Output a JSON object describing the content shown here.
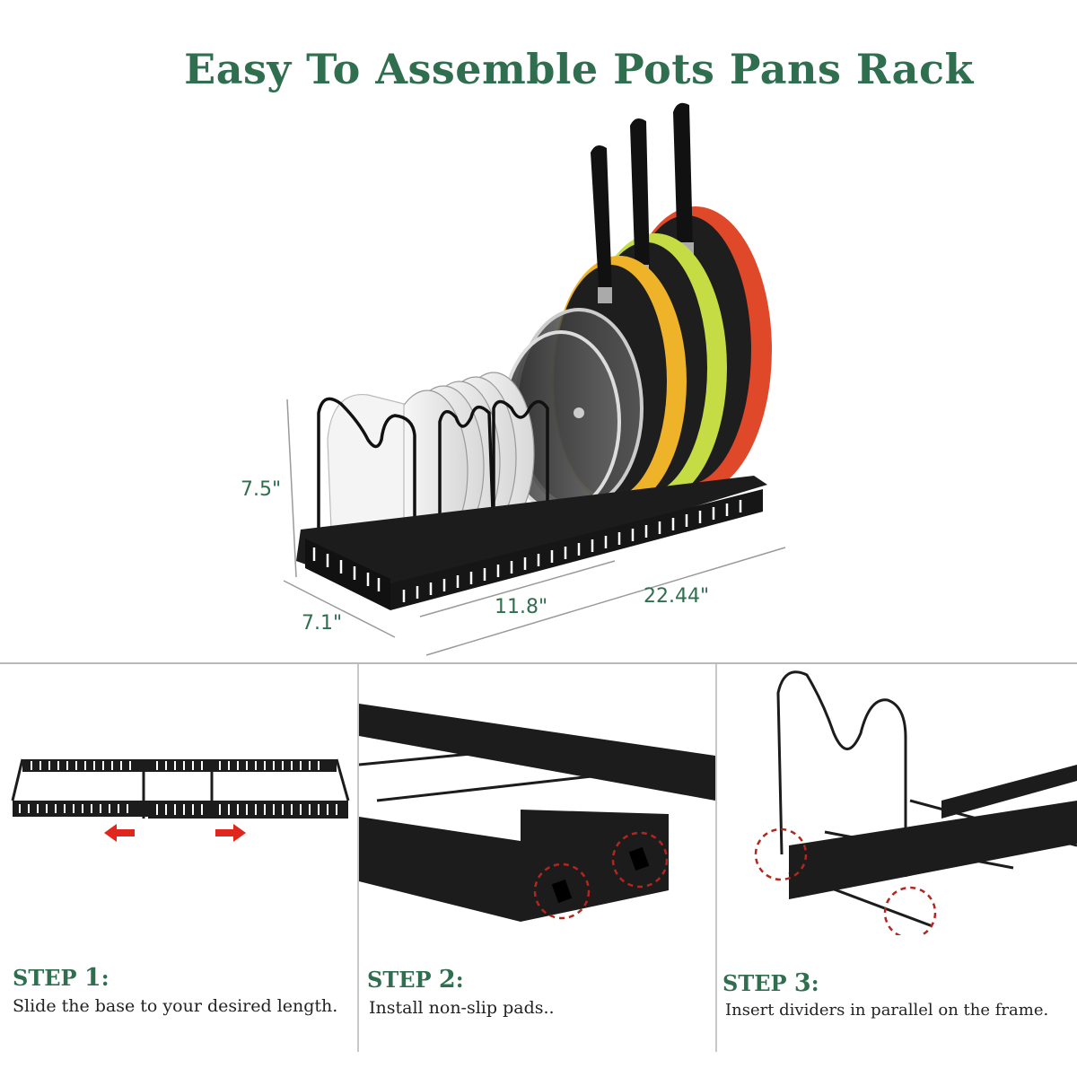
{
  "title": "Easy To Assemble Pots Pans Rack",
  "colors": {
    "accent": "#2f6f4f",
    "rack": "#1c1c1c",
    "arrow": "#e0261d",
    "circle": "#b3261e"
  },
  "dimensions": {
    "height": "7.5\"",
    "depth": "7.1\"",
    "min_length": "11.8\"",
    "max_length": "22.44\""
  },
  "steps": [
    {
      "prefix": "STEP ",
      "number": "1",
      "suffix": ":",
      "text": "Slide the base to your desired length."
    },
    {
      "prefix": "STEP ",
      "number": "2",
      "suffix": ":",
      "text": "Install non-slip pads.."
    },
    {
      "prefix": "STEP ",
      "number": "3",
      "suffix": ":",
      "text": "Insert dividers in parallel on the frame."
    }
  ]
}
